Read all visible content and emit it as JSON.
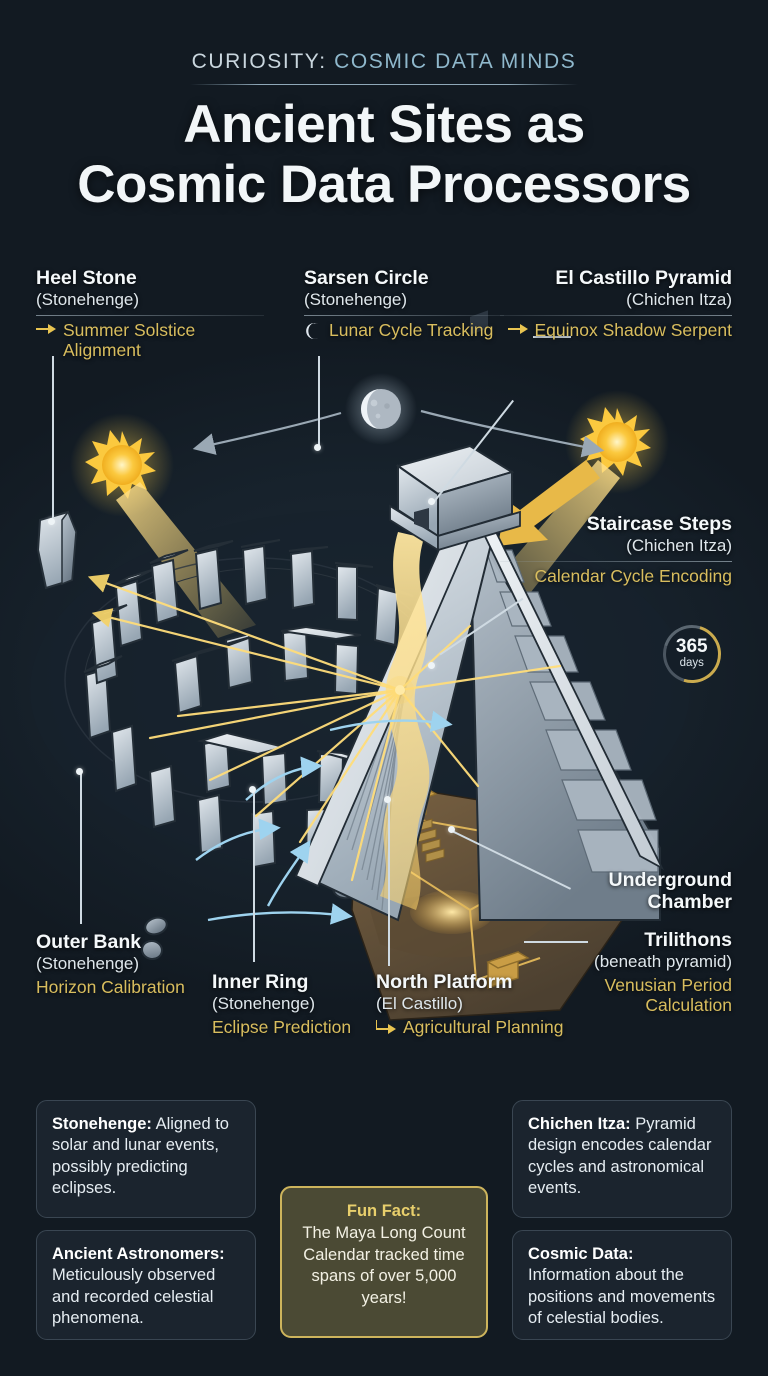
{
  "header": {
    "eyebrow_prefix": "CURIOSITY: ",
    "eyebrow_highlight": "COSMIC DATA MINDS",
    "title_line1": "Ancient Sites as",
    "title_line2": "Cosmic Data Processors"
  },
  "callouts": [
    {
      "id": "heel-stone",
      "name": "Heel Stone",
      "site": "(Stonehenge)",
      "function": "Summer Solstice Alignment",
      "icon": "arrow-right-icon"
    },
    {
      "id": "sarsen-circle",
      "name": "Sarsen Circle",
      "site": "(Stonehenge)",
      "function": "Lunar Cycle Tracking",
      "icon": "crescent-moon-icon"
    },
    {
      "id": "el-castillo-pyramid",
      "name": "El Castillo Pyramid",
      "site": "(Chichen Itza)",
      "function": "Equinox Shadow Serpent",
      "icon": "arrow-right-icon"
    },
    {
      "id": "staircase-steps",
      "name": "Staircase Steps",
      "site": "(Chichen Itza)",
      "function": "Calendar Cycle Encoding",
      "icon": "none"
    },
    {
      "id": "outer-bank",
      "name": "Outer Bank",
      "site": "(Stonehenge)",
      "function": "Horizon Calibration",
      "icon": "none"
    },
    {
      "id": "inner-ring",
      "name": "Inner Ring",
      "site": "(Stonehenge)",
      "function": "Eclipse Prediction",
      "icon": "none"
    },
    {
      "id": "north-platform",
      "name": "North Platform",
      "site": "(El Castillo)",
      "function": "Agricultural Planning",
      "icon": "arrow-corner-icon"
    },
    {
      "id": "underground-chamber",
      "name": "Underground Chamber",
      "site": "",
      "function": "",
      "icon": "none"
    },
    {
      "id": "trilithons",
      "name": "Trilithons",
      "site": "(beneath pyramid)",
      "function": "Venusian Period Calculation",
      "icon": "none"
    }
  ],
  "badge": {
    "value": "365",
    "unit": "days"
  },
  "cards": [
    {
      "id": "stonehenge",
      "term": "Stonehenge:",
      "text": " Aligned to solar and lunar events, possibly predicting eclipses."
    },
    {
      "id": "ancient-astronomers",
      "term": "Ancient Astronomers:",
      "text": " Meticulously observed and recorded celestial phenomena."
    },
    {
      "id": "chichen-itza",
      "term": "Chichen Itza:",
      "text": " Pyramid design encodes calendar cycles and astronomical events."
    },
    {
      "id": "cosmic-data",
      "term": "Cosmic Data:",
      "text": " Information about the positions and movements of celestial bodies."
    }
  ],
  "fun_fact": {
    "title": "Fun Fact:",
    "text": "The Maya Long Count Calendar tracked time spans of over 5,000 years!"
  },
  "colors": {
    "background": "#121a22",
    "accent_gold": "#d8bd5e",
    "accent_blue": "#8fb8cc",
    "stone": "#c3ccd4",
    "text": "#f2f6f8"
  },
  "illustration": {
    "scene": "isometric cutaway of Stonehenge circle merging into El Castillo pyramid with solar rays, lunar arc and underground chamber",
    "elements": [
      "sun-left-icon",
      "sun-right-icon",
      "moon-icon",
      "heel-stone-monolith",
      "sarsen-stone-circle",
      "inner-trilithon-ring",
      "pyramid-staircase",
      "pyramid-temple-top",
      "shadow-serpent",
      "underground-chamber",
      "solar-ray-lines",
      "lunar-arc-arrows"
    ]
  }
}
